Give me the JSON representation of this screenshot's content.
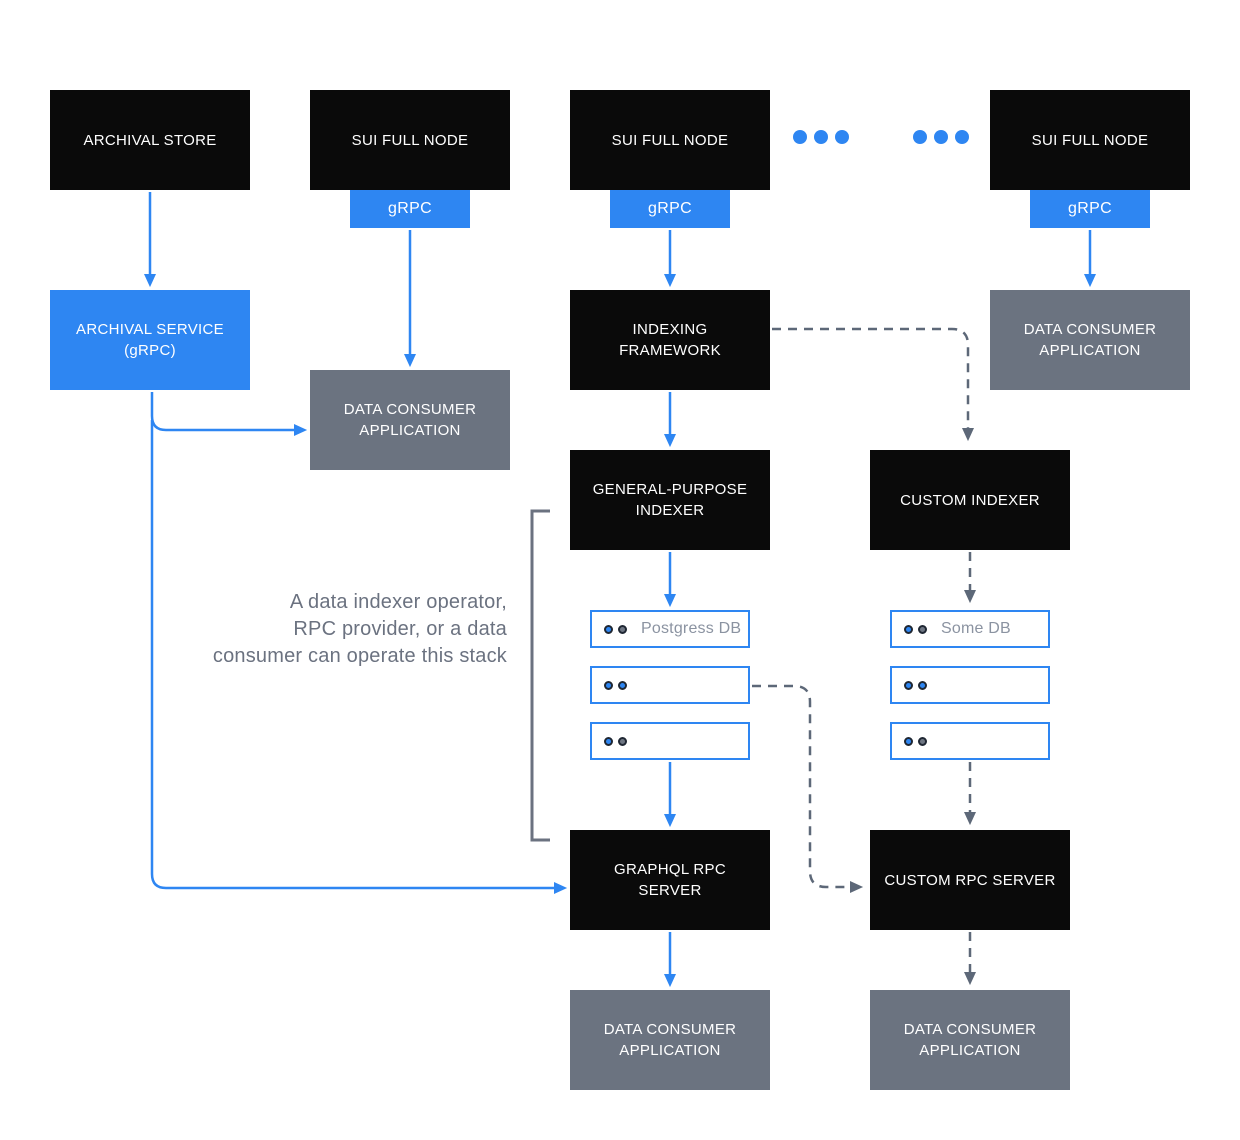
{
  "colors": {
    "blue": "#2e86f2",
    "black": "#0a0a0a",
    "gray_box": "#6b7380",
    "dash": "#5d6878",
    "bracket": "#6b7280",
    "annotation": "#6b7280",
    "db_label": "#8b93a1",
    "dot_blue": "#2e86f2",
    "dot_gray": "#6e7683",
    "dot_border": "#1f2733",
    "bg": "#ffffff"
  },
  "nodes": {
    "archival_store": "ARCHIVAL STORE",
    "sui_full_node": "SUI FULL NODE",
    "grpc": "gRPC",
    "archival_service": "ARCHIVAL SERVICE (gRPC)",
    "data_consumer_application": "DATA CONSUMER APPLICATION",
    "indexing_framework": "INDEXING FRAMEWORK",
    "general_purpose_indexer": "GENERAL-PURPOSE INDEXER",
    "custom_indexer": "CUSTOM INDEXER",
    "graphql_rpc_server": "GRAPHQL RPC SERVER",
    "custom_rpc_server": "CUSTOM RPC SERVER"
  },
  "db_stacks": {
    "general": {
      "rows": [
        {
          "label": "Postgress DB",
          "dot1": "blue",
          "dot2": "gray"
        },
        {
          "label": "",
          "dot1": "blue",
          "dot2": "blue"
        },
        {
          "label": "",
          "dot1": "blue",
          "dot2": "gray"
        }
      ]
    },
    "custom": {
      "rows": [
        {
          "label": "Some DB",
          "dot1": "blue",
          "dot2": "gray"
        },
        {
          "label": "",
          "dot1": "blue",
          "dot2": "blue"
        },
        {
          "label": "",
          "dot1": "blue",
          "dot2": "gray"
        }
      ]
    }
  },
  "annotation": {
    "lines": [
      "A data indexer operator,",
      "RPC provider, or a data",
      "consumer can operate this stack"
    ]
  }
}
